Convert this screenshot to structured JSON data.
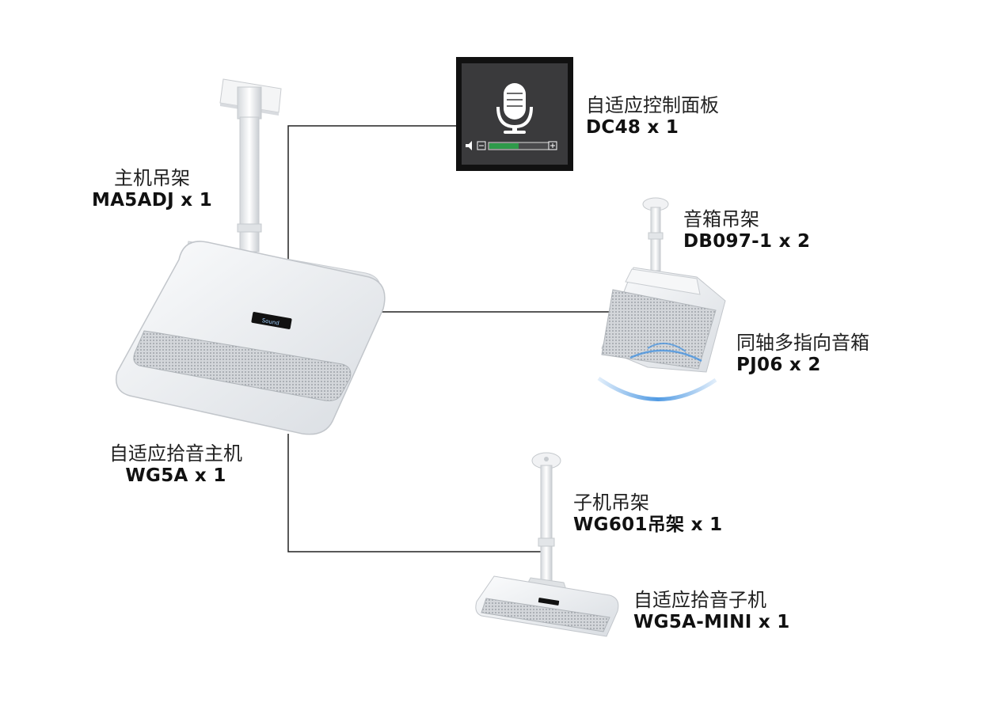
{
  "labels": {
    "panel": {
      "name": "自适应控制面板",
      "model": "DC48 x 1"
    },
    "main_bracket": {
      "name": "主机吊架",
      "model": "MA5ADJ x 1"
    },
    "spk_bracket": {
      "name": "音箱吊架",
      "model": "DB097-1 x 2"
    },
    "speaker": {
      "name": "同轴多指向音箱",
      "model": "PJ06 x 2"
    },
    "main_unit": {
      "name": "自适应拾音主机",
      "model": "WG5A x 1"
    },
    "sub_bracket": {
      "name": "子机吊架",
      "model": "WG601吊架 x 1"
    },
    "sub_unit": {
      "name": "自适应拾音子机",
      "model": "WG5A-MINI x 1"
    }
  },
  "colors": {
    "line": "#222222",
    "device": "#eef0f2",
    "panel_bg": "#3a3a3c",
    "volume_green": "#2e9a4a",
    "sound_wave": "#3d8fe0"
  },
  "icons": [
    "microphone-icon",
    "speaker-volume-icon",
    "minus-icon",
    "plus-icon"
  ]
}
